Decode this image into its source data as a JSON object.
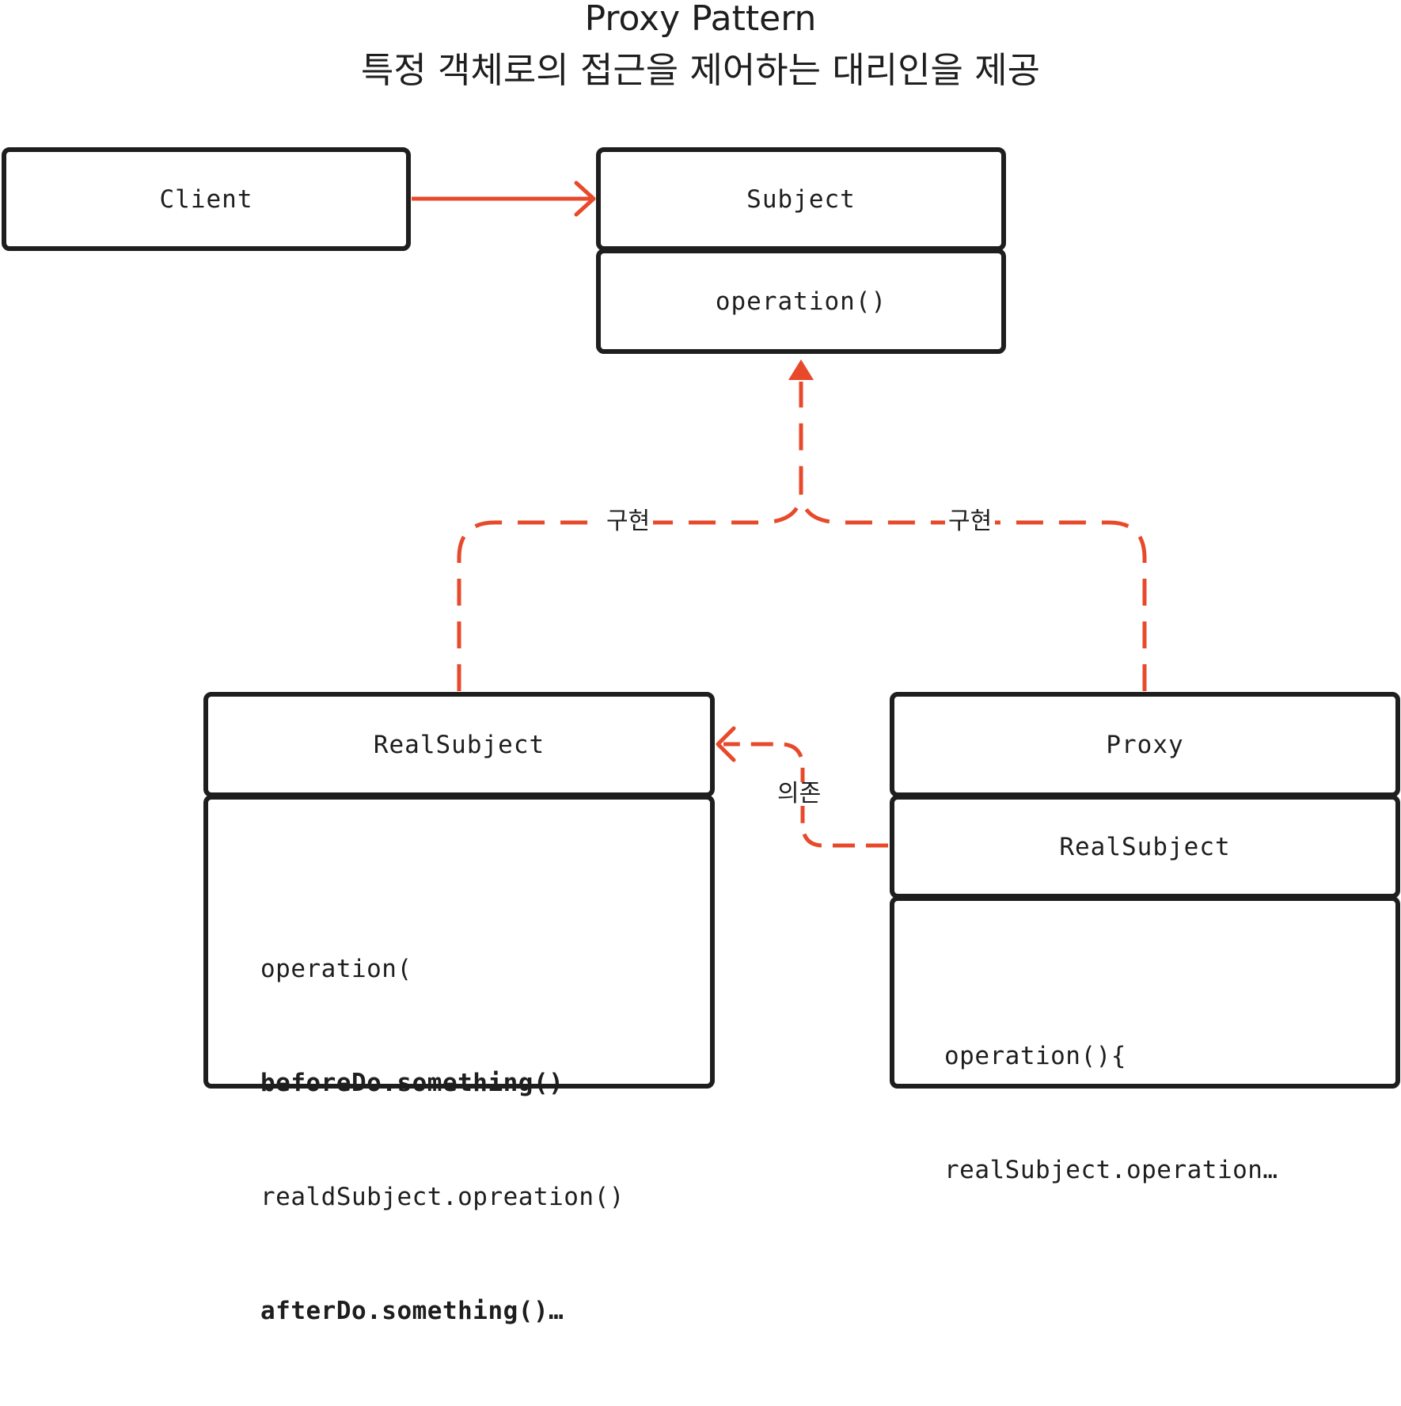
{
  "title": "Proxy Pattern",
  "subtitle": "특정 객체로의 접근을 제어하는 대리인을 제공",
  "colors": {
    "stroke": "#1e1e1e",
    "accent": "#e8492a"
  },
  "nodes": {
    "client": {
      "name": "Client"
    },
    "subject": {
      "name": "Subject",
      "method": "operation()"
    },
    "real_subject": {
      "name": "RealSubject",
      "body_lines": [
        "operation(",
        "beforeDo.something()",
        "realdSubject.opreation()",
        "afterDo.something()…"
      ]
    },
    "proxy": {
      "name": "Proxy",
      "field": "RealSubject",
      "body_lines": [
        "operation(){",
        "realSubject.operation…"
      ]
    }
  },
  "edges": {
    "client_to_subject": {
      "kind": "association"
    },
    "real_subject_implements": {
      "label": "구현",
      "kind": "realization"
    },
    "proxy_implements": {
      "label": "구현",
      "kind": "realization"
    },
    "proxy_depends_on_real": {
      "label": "의존",
      "kind": "dependency"
    }
  }
}
